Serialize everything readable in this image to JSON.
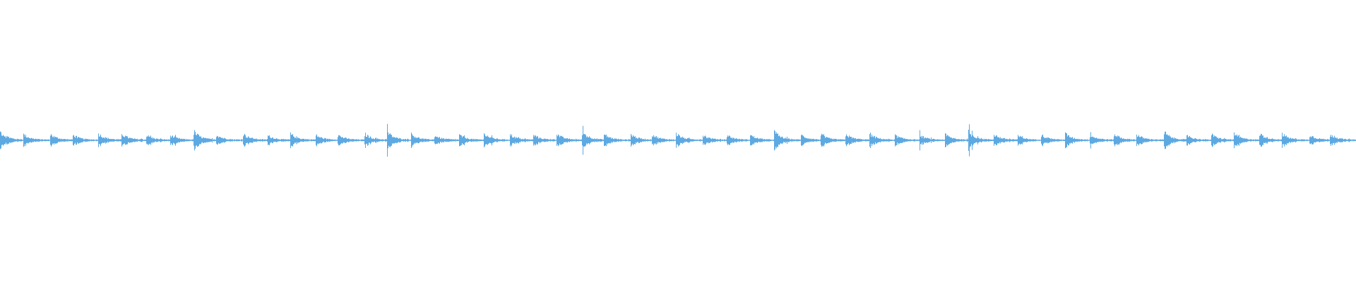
{
  "waveform": {
    "color": "#5DA9E2",
    "background": "#ffffff",
    "style": "mirrored-amplitude",
    "beat_count": 56,
    "peak_amplitude_relative": 1.0
  }
}
